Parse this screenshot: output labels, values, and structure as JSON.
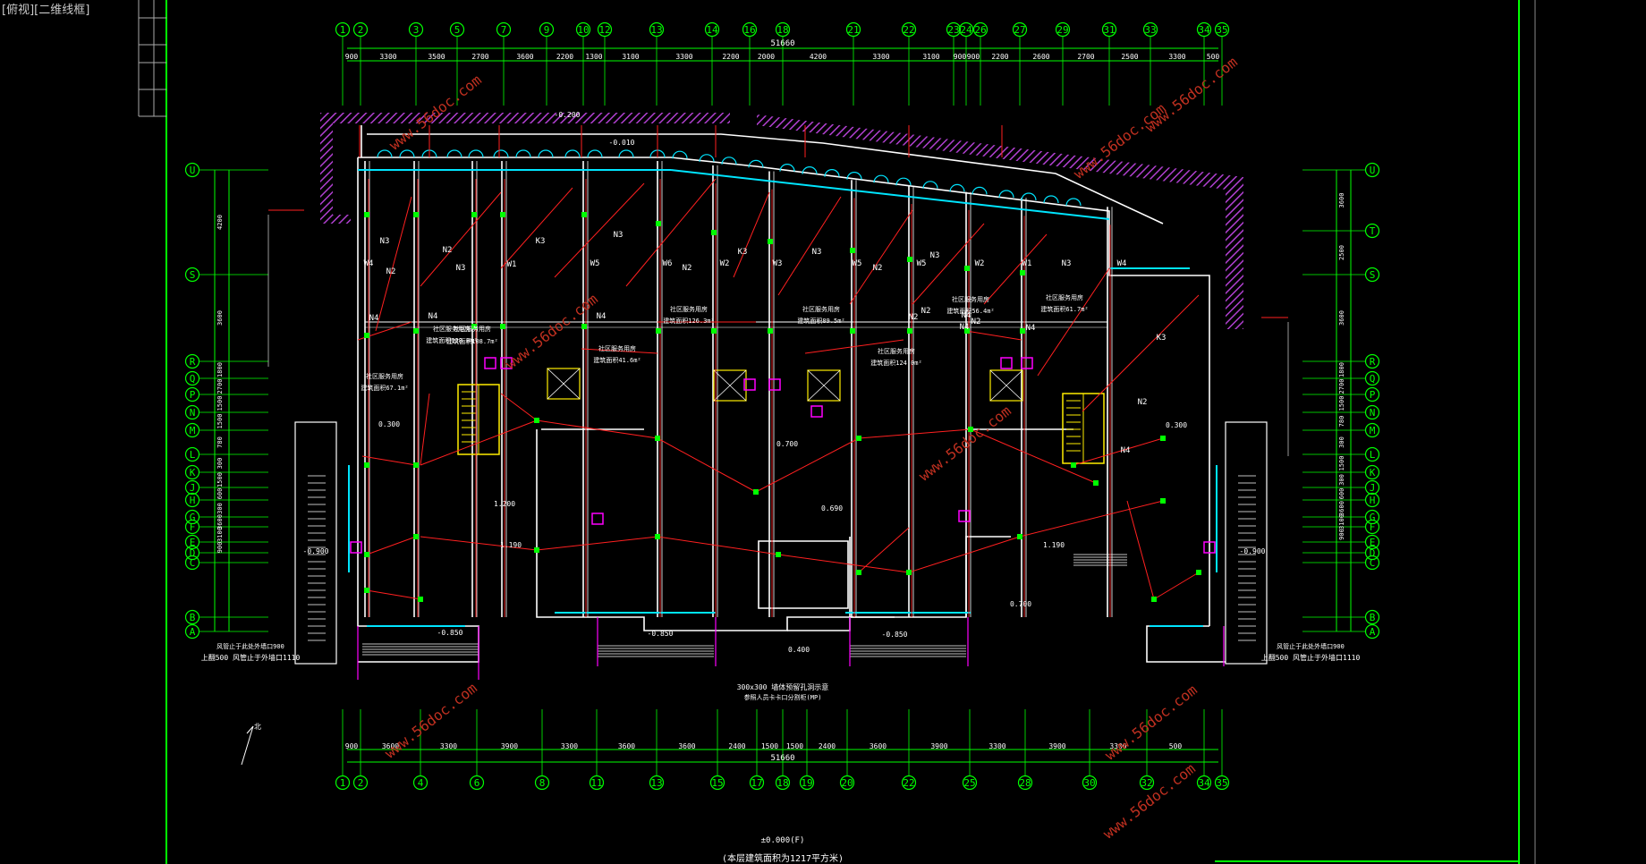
{
  "viewport": {
    "corner_label": "[俯视][二维线框]"
  },
  "colors": {
    "background": "#000000",
    "grid": "#00ff00",
    "wall": "#ffffff",
    "wiring": "#ff2020",
    "device": "#00ff00",
    "window": "#00e5ff",
    "hatch": "#b040d0",
    "stair": "#ffee00",
    "marker": "#ff00ff",
    "watermark": "#c03020",
    "text": "#ffffff"
  },
  "drawing": {
    "axes_top": [
      "1",
      "2",
      "3",
      "5",
      "7",
      "9",
      "10",
      "12",
      "13",
      "14",
      "16",
      "18",
      "21",
      "22",
      "23",
      "24",
      "26",
      "27",
      "29",
      "31",
      "33",
      "34",
      "35"
    ],
    "axes_bottom": [
      "1",
      "2",
      "4",
      "6",
      "8",
      "11",
      "13",
      "15",
      "17",
      "18",
      "19",
      "20",
      "22",
      "25",
      "28",
      "30",
      "32",
      "34",
      "35"
    ],
    "axes_left": [
      "U",
      "S",
      "R",
      "Q",
      "P",
      "N",
      "M",
      "L",
      "K",
      "J",
      "H",
      "G",
      "F",
      "E",
      "D",
      "C",
      "B",
      "A"
    ],
    "axes_right": [
      "U",
      "T",
      "S",
      "R",
      "Q",
      "P",
      "N",
      "M",
      "L",
      "K",
      "J",
      "H",
      "G",
      "F",
      "E",
      "D",
      "C",
      "B",
      "A"
    ],
    "dims_top": [
      "900",
      "3300",
      "3500",
      "2700",
      "3600",
      "2200",
      "1300",
      "3100",
      "3300",
      "2200",
      "2000",
      "4200",
      "3300",
      "3100",
      "900",
      "900",
      "2200",
      "2600",
      "2700",
      "2500",
      "3300",
      "500"
    ],
    "dims_bottom": [
      "900",
      "3600",
      "3300",
      "3900",
      "3300",
      "3600",
      "3600",
      "2400",
      "1500",
      "1500",
      "2400",
      "3600",
      "3900",
      "3300",
      "3900",
      "3300",
      "500"
    ],
    "overall_dim": "51660",
    "dims_left": [
      "4200",
      "3600",
      "1800",
      "2700",
      "1500",
      "1500",
      "780",
      "300",
      "1500",
      "600",
      "300",
      "3600",
      "3100",
      "900"
    ],
    "dims_right": [
      "3600",
      "2500",
      "3600",
      "1800",
      "2700",
      "1500",
      "780",
      "300",
      "1500",
      "300",
      "600",
      "3600",
      "3100",
      "900"
    ],
    "circuit_labels": [
      "N3",
      "N2",
      "N3",
      "N4",
      "W4",
      "N2",
      "W1",
      "K3",
      "W5",
      "N3",
      "W6",
      "N2",
      "W2",
      "K3",
      "W3",
      "N3",
      "W5",
      "N2",
      "W5",
      "N3",
      "W2",
      "W1",
      "N3",
      "W4",
      "K3",
      "N4",
      "N4",
      "N4",
      "N2",
      "N4",
      "N2",
      "N2",
      "N4",
      "N2",
      "N4"
    ],
    "room_labels": [
      "社区服务用房",
      "建筑面积67.1m²",
      "社区服务用房",
      "建筑面积128.9m²",
      "社区服务用房",
      "建筑面积108.7m²",
      "社区服务用房",
      "建筑面积41.6m²",
      "社区服务用房",
      "建筑面积126.3m²",
      "社区服务用房",
      "建筑面积89.5m²",
      "社区服务用房",
      "建筑面积124.0m²",
      "社区服务用房",
      "建筑面积56.4m²",
      "社区服务用房",
      "建筑面积61.7m²"
    ],
    "elevations": [
      "-0.200",
      "-0.010",
      "0.300",
      "1.200",
      "1.190",
      "0.700",
      "0.690",
      "-0.850",
      "-0.850",
      "0.400",
      "-0.900",
      "-0.850",
      "1.190",
      "0.700",
      "0.300",
      "-0.900"
    ],
    "notes": [
      "300x300 墙体预留孔洞示意",
      "参照人员卡卡口分割柜(MP)"
    ],
    "bottom_caption": "(本层建筑面积为1217平方米)",
    "zero_elev": "±0.000(F)",
    "side_notes": [
      "风管止于此处外墙口900",
      "上翻500 风管止于外墙口1110"
    ]
  },
  "watermark": "www.56doc.com"
}
